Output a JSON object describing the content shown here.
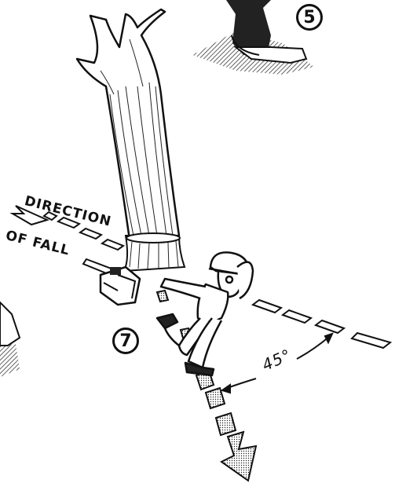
{
  "labels": {
    "direction_line1": "DIRECTION",
    "direction_line2": "OF FALL",
    "angle": "45°"
  },
  "markers": {
    "step_five": "5",
    "step_seven": "7"
  }
}
